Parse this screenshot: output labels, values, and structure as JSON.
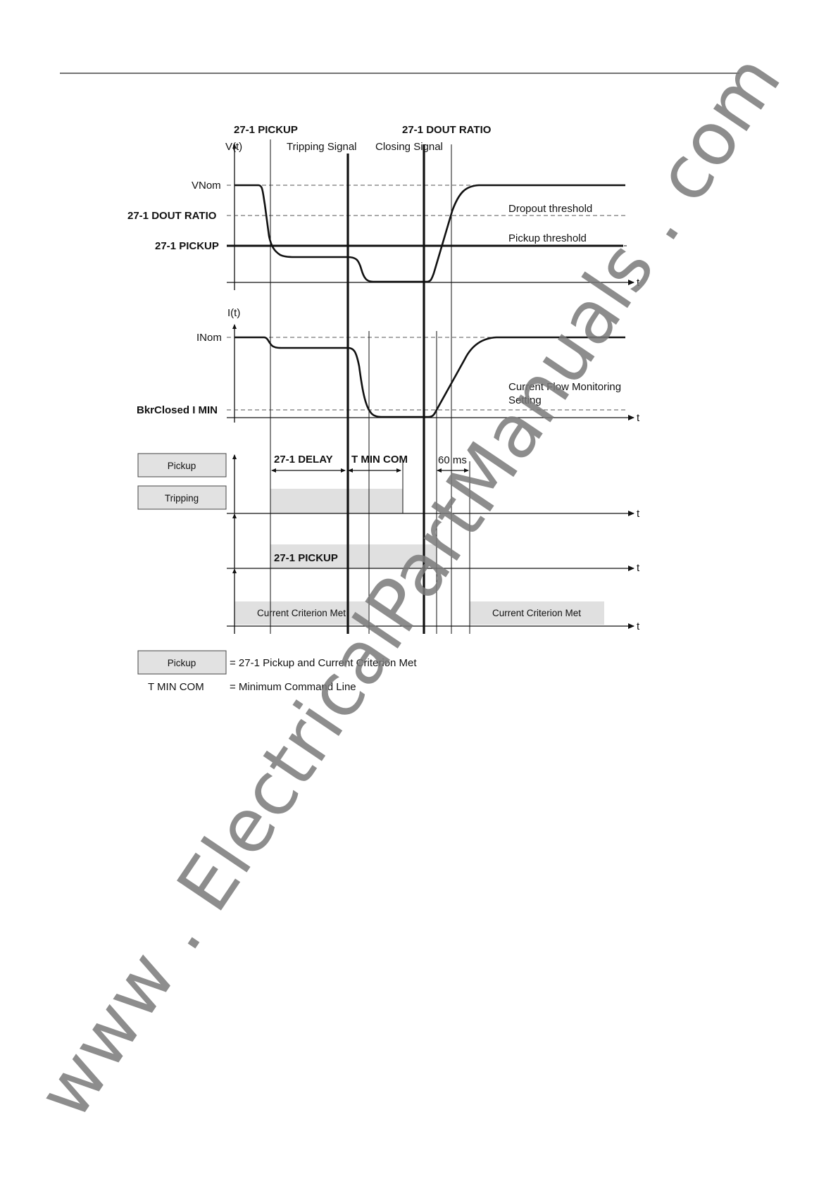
{
  "diagram": {
    "header_labels": {
      "pickup": "27-1 PICKUP",
      "dout_ratio": "27-1 DOUT RATIO",
      "v_axis": "V(t)",
      "tripping_signal": "Tripping Signal",
      "closing_signal": "Closing Signal"
    },
    "voltage_levels": {
      "vnom": "VNom",
      "dout_ratio": "27-1 DOUT RATIO",
      "pickup": "27-1 PICKUP",
      "dropout_threshold": "Dropout threshold",
      "pickup_threshold": "Pickup threshold"
    },
    "current_levels": {
      "i_axis": "I(t)",
      "inom": "INom",
      "bkr_min": "BkrClosed I MIN",
      "flow_monitoring_line1": "Current Flow Monitoring",
      "flow_monitoring_line2": "Setting"
    },
    "time_axis_label": "t",
    "timing": {
      "delay": "27-1 DELAY",
      "t_min_com": "T MIN COM",
      "ms60": "60 ms"
    },
    "status_boxes": {
      "pickup": "Pickup",
      "tripping": "Tripping"
    },
    "signal_bars": {
      "pickup_bar": "27-1 PICKUP",
      "criterion_left": "Current Criterion Met",
      "criterion_right": "Current Criterion Met"
    },
    "legend": {
      "pickup_box": "Pickup",
      "pickup_desc": "= 27-1 Pickup and Current Criterion Met",
      "tmincom": "T MIN COM",
      "tmincom_desc": "= Minimum Command Line"
    },
    "watermark": "www . ElectricalPartManuals . com"
  }
}
